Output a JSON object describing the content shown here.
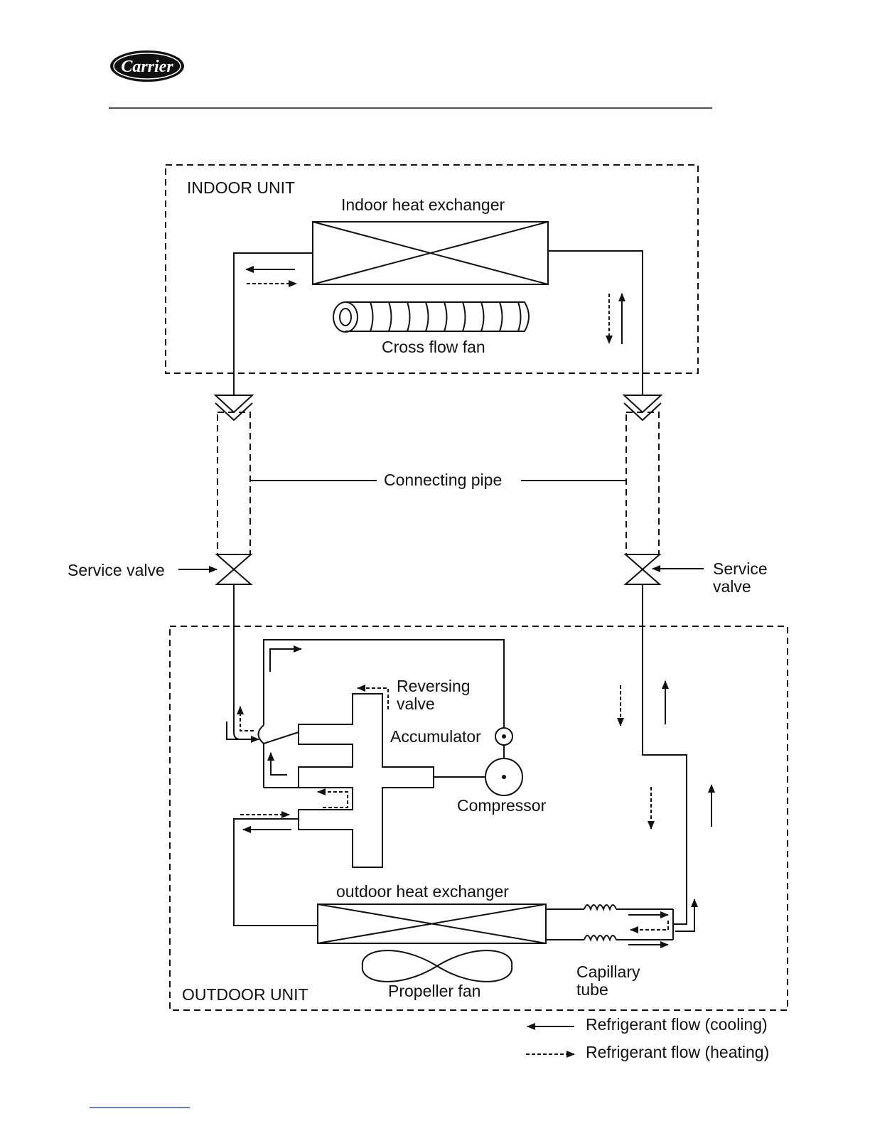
{
  "header": {
    "logo_text": "Carrier"
  },
  "diagram": {
    "indoor_unit": "INDOOR UNIT",
    "indoor_heat_exchanger": "Indoor heat exchanger",
    "cross_flow_fan": "Cross flow fan",
    "connecting_pipe": "Connecting pipe",
    "service_valve_left": "Service valve",
    "service_valve_right_line1": "Service",
    "service_valve_right_line2": "valve",
    "reversing_valve_line1": "Reversing",
    "reversing_valve_line2": "valve",
    "accumulator": "Accumulator",
    "compressor": "Compressor",
    "outdoor_heat_exchanger": "outdoor heat exchanger",
    "capillary_tube_line1": "Capillary",
    "capillary_tube_line2": "tube",
    "propeller_fan": "Propeller fan",
    "outdoor_unit": "OUTDOOR UNIT"
  },
  "legend": {
    "cooling": "Refrigerant flow (cooling)",
    "heating": "Refrigerant flow (heating)"
  },
  "colors": {
    "line": "#111111",
    "footer_rule": "#3355aa"
  }
}
